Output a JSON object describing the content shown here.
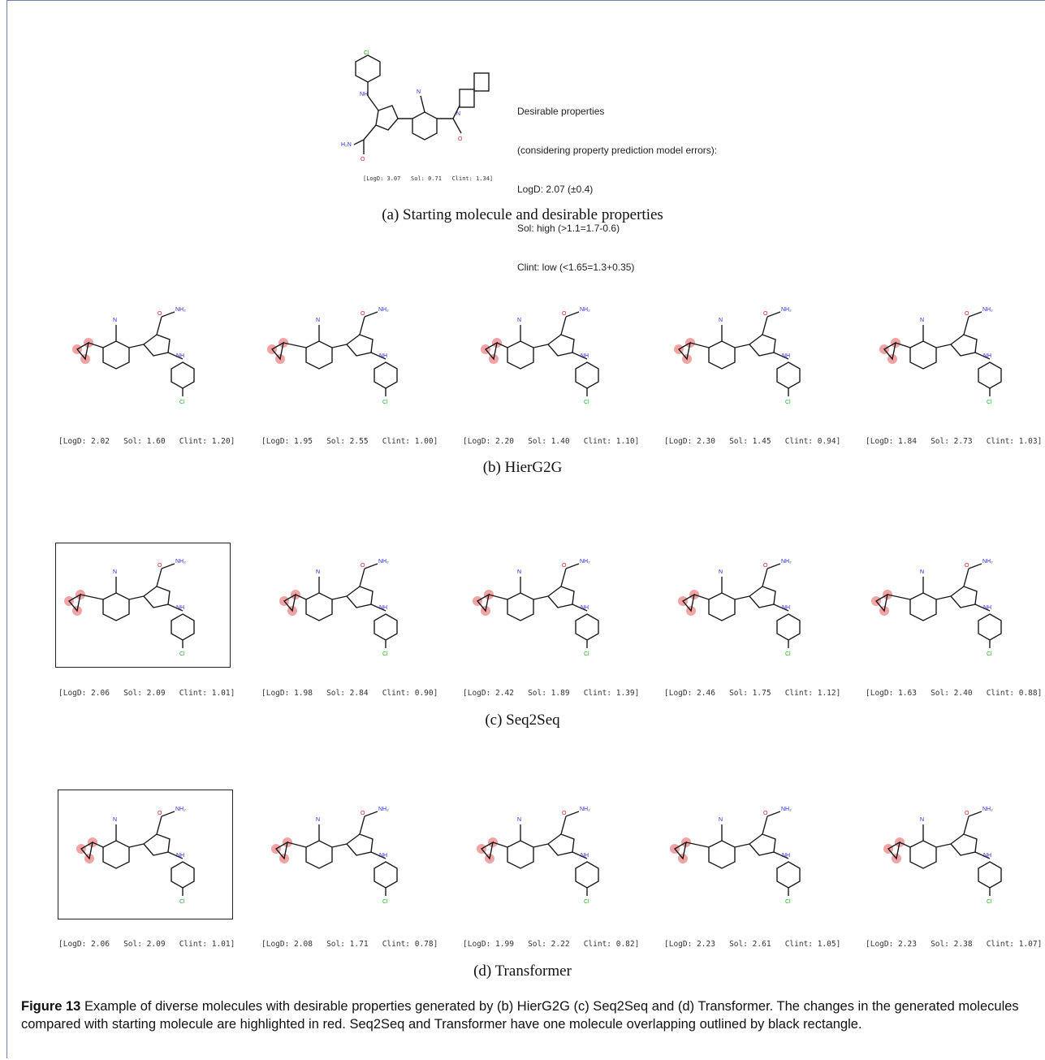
{
  "figure": {
    "caption_label": "Figure 13",
    "caption_text": "Example of diverse molecules with desirable properties generated by (b) HierG2G (c) Seq2Seq and (d) Transformer. The changes in the generated molecules compared with starting molecule are highlighted in red. Seq2Seq and Transformer have one molecule overlapping outlined by black rectangle."
  },
  "starting": {
    "label": "[LogD: 3.07   Sol: 0.71   Clint: 1.34]",
    "props_title": "Desirable properties",
    "props_sub": "(considering property prediction model errors):",
    "logd": "LogD: 2.07 (±0.4)",
    "sol": "Sol: high (>1.1=1.7-0.6)",
    "clint": "Clint: low (<1.65=1.3+0.35)",
    "caption": "(a) Starting molecule and desirable properties"
  },
  "rows": [
    {
      "caption": "(b) HierG2G",
      "labels": [
        "[LogD: 2.02   Sol: 1.60   Clint: 1.20]",
        "[LogD: 1.95   Sol: 2.55   Clint: 1.00]",
        "[LogD: 2.20   Sol: 1.40   Clint: 1.10]",
        "[LogD: 2.30   Sol: 1.45   Clint: 0.94]",
        "[LogD: 1.84   Sol: 2.73   Clint: 1.03]"
      ]
    },
    {
      "caption": "(c) Seq2Seq",
      "labels": [
        "[LogD: 2.06   Sol: 2.09   Clint: 1.01]",
        "[LogD: 1.98   Sol: 2.84   Clint: 0.90]",
        "[LogD: 2.42   Sol: 1.89   Clint: 1.39]",
        "[LogD: 2.46   Sol: 1.75   Clint: 1.12]",
        "[LogD: 1.63   Sol: 2.40   Clint: 0.88]"
      ]
    },
    {
      "caption": "(d) Transformer",
      "labels": [
        "[LogD: 2.06   Sol: 2.09   Clint: 1.01]",
        "[LogD: 2.08   Sol: 1.71   Clint: 0.78]",
        "[LogD: 1.99   Sol: 2.22   Clint: 0.82]",
        "[LogD: 2.23   Sol: 2.61   Clint: 1.05]",
        "[LogD: 2.23   Sol: 2.38   Clint: 1.07]"
      ]
    }
  ],
  "atoms": {
    "nh": "NH",
    "nh2": "NH₂",
    "n": "N",
    "o": "O",
    "cl": "Cl",
    "h2n": "H₂N"
  },
  "colors": {
    "bond": "#1a1a1a",
    "highlight": "#e85a5a",
    "nitrogen": "#2b2bd6",
    "oxygen": "#d42020",
    "chlorine": "#1fae1f"
  }
}
